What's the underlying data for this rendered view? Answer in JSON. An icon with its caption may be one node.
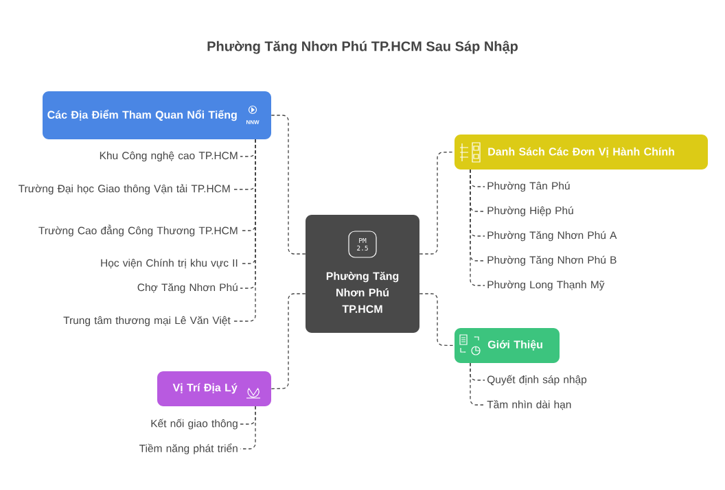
{
  "diagram": {
    "title": "Phường Tăng Nhơn Phú TP.HCM Sau Sáp Nhập",
    "nodes": [
      {
        "text": [
          "Các Địa Điểm Tham Quan Nổi Tiếng"
        ]
      },
      {
        "text": [
          "Khu Công nghệ cao TP.HCM"
        ]
      },
      {
        "text": [
          "Trường Đại học Giao thông Vận tải TP.HCM"
        ]
      },
      {
        "text": [
          "Trường Cao đẳng Công Thương TP.HCM"
        ]
      },
      {
        "text": [
          "Học viện Chính trị khu vực II"
        ]
      },
      {
        "text": [
          "Chợ Tăng Nhơn Phú"
        ]
      },
      {
        "text": [
          "Trung tâm thương mại Lê Văn Việt"
        ]
      },
      {
        "text": [
          "Phường Tăng Nhơn Phú TP.HCM"
        ]
      },
      {
        "text": [
          "Danh Sách Các Đơn Vị Hành Chính"
        ]
      },
      {
        "text": [
          "Phường Tân Phú"
        ]
      },
      {
        "text": [
          "Phường Hiệp Phú"
        ]
      },
      {
        "text": [
          "Phường Tăng Nhơn Phú A"
        ]
      },
      {
        "text": [
          "Phường Tăng Nhơn Phú B"
        ]
      },
      {
        "text": [
          "Phường Long Thạnh Mỹ"
        ]
      },
      {
        "text": [
          "Giới Thiệu"
        ]
      },
      {
        "text": [
          "Quyết định sáp nhập"
        ]
      },
      {
        "text": [
          "Tầm nhìn dài hạn"
        ]
      },
      {
        "text": [
          "Vị Trí Địa Lý"
        ]
      },
      {
        "text": [
          "Kết nối giao thông"
        ]
      },
      {
        "text": [
          "Tiềm năng phát triển"
        ]
      }
    ],
    "edges": [
      {
        "from": 7,
        "to": 0,
        "arrow": "none",
        "style": "dashed"
      },
      {
        "from": 0,
        "to": 1,
        "arrow": "none",
        "style": "dashed"
      },
      {
        "from": 0,
        "to": 2,
        "arrow": "none",
        "style": "dashed"
      },
      {
        "from": 0,
        "to": 3,
        "arrow": "none",
        "style": "dashed"
      },
      {
        "from": 0,
        "to": 4,
        "arrow": "none",
        "style": "dashed"
      },
      {
        "from": 0,
        "to": 5,
        "arrow": "none",
        "style": "dashed"
      },
      {
        "from": 0,
        "to": 6,
        "arrow": "none",
        "style": "dashed"
      },
      {
        "from": 7,
        "to": 8,
        "arrow": "none",
        "style": "dashed"
      },
      {
        "from": 8,
        "to": 9,
        "arrow": "none",
        "style": "dashed"
      },
      {
        "from": 8,
        "to": 10,
        "arrow": "none",
        "style": "dashed"
      },
      {
        "from": 8,
        "to": 11,
        "arrow": "none",
        "style": "dashed"
      },
      {
        "from": 8,
        "to": 12,
        "arrow": "none",
        "style": "dashed"
      },
      {
        "from": 8,
        "to": 13,
        "arrow": "none",
        "style": "dashed"
      },
      {
        "from": 7,
        "to": 14,
        "arrow": "none",
        "style": "dashed"
      },
      {
        "from": 14,
        "to": 15,
        "arrow": "none",
        "style": "dashed"
      },
      {
        "from": 14,
        "to": 16,
        "arrow": "none",
        "style": "dashed"
      },
      {
        "from": 7,
        "to": 17,
        "arrow": "none",
        "style": "dashed"
      },
      {
        "from": 17,
        "to": 18,
        "arrow": "none",
        "style": "dashed"
      },
      {
        "from": 17,
        "to": 19,
        "arrow": "none",
        "style": "dashed"
      }
    ],
    "labels": [
      "NNW",
      "PM 2.5"
    ]
  }
}
